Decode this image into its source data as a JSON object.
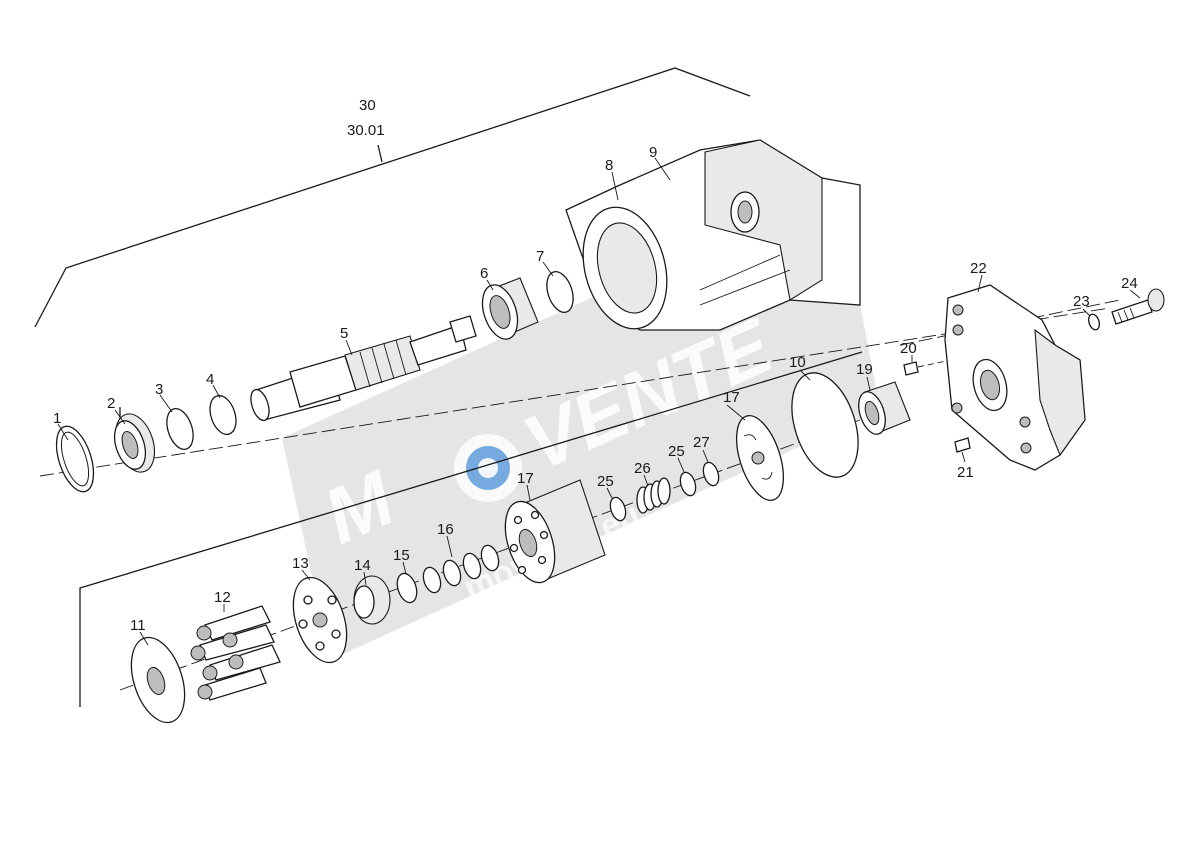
{
  "callouts": {
    "p30": "30",
    "p30_01": "30.01",
    "p1": "1",
    "p2": "2",
    "p3": "3",
    "p4": "4",
    "p5": "5",
    "p6": "6",
    "p7": "7",
    "p8": "8",
    "p9": "9",
    "p10": "10",
    "p11": "11",
    "p12": "12",
    "p13": "13",
    "p14": "14",
    "p15": "15",
    "p16": "16",
    "p17a": "17",
    "p17b": "17",
    "p19": "19",
    "p20": "20",
    "p21": "21",
    "p22": "22",
    "p23": "23",
    "p24": "24",
    "p25a": "25",
    "p25b": "25",
    "p26": "26",
    "p27": "27"
  },
  "watermark": {
    "brand_left": "M",
    "brand_right": "VENTE",
    "sub": "movente.eu"
  },
  "colors": {
    "line": "#1a1a1a",
    "watermark_band": "#cfcfcf",
    "watermark_text": "#ffffff",
    "watermark_accent": "#4a8fd8"
  }
}
